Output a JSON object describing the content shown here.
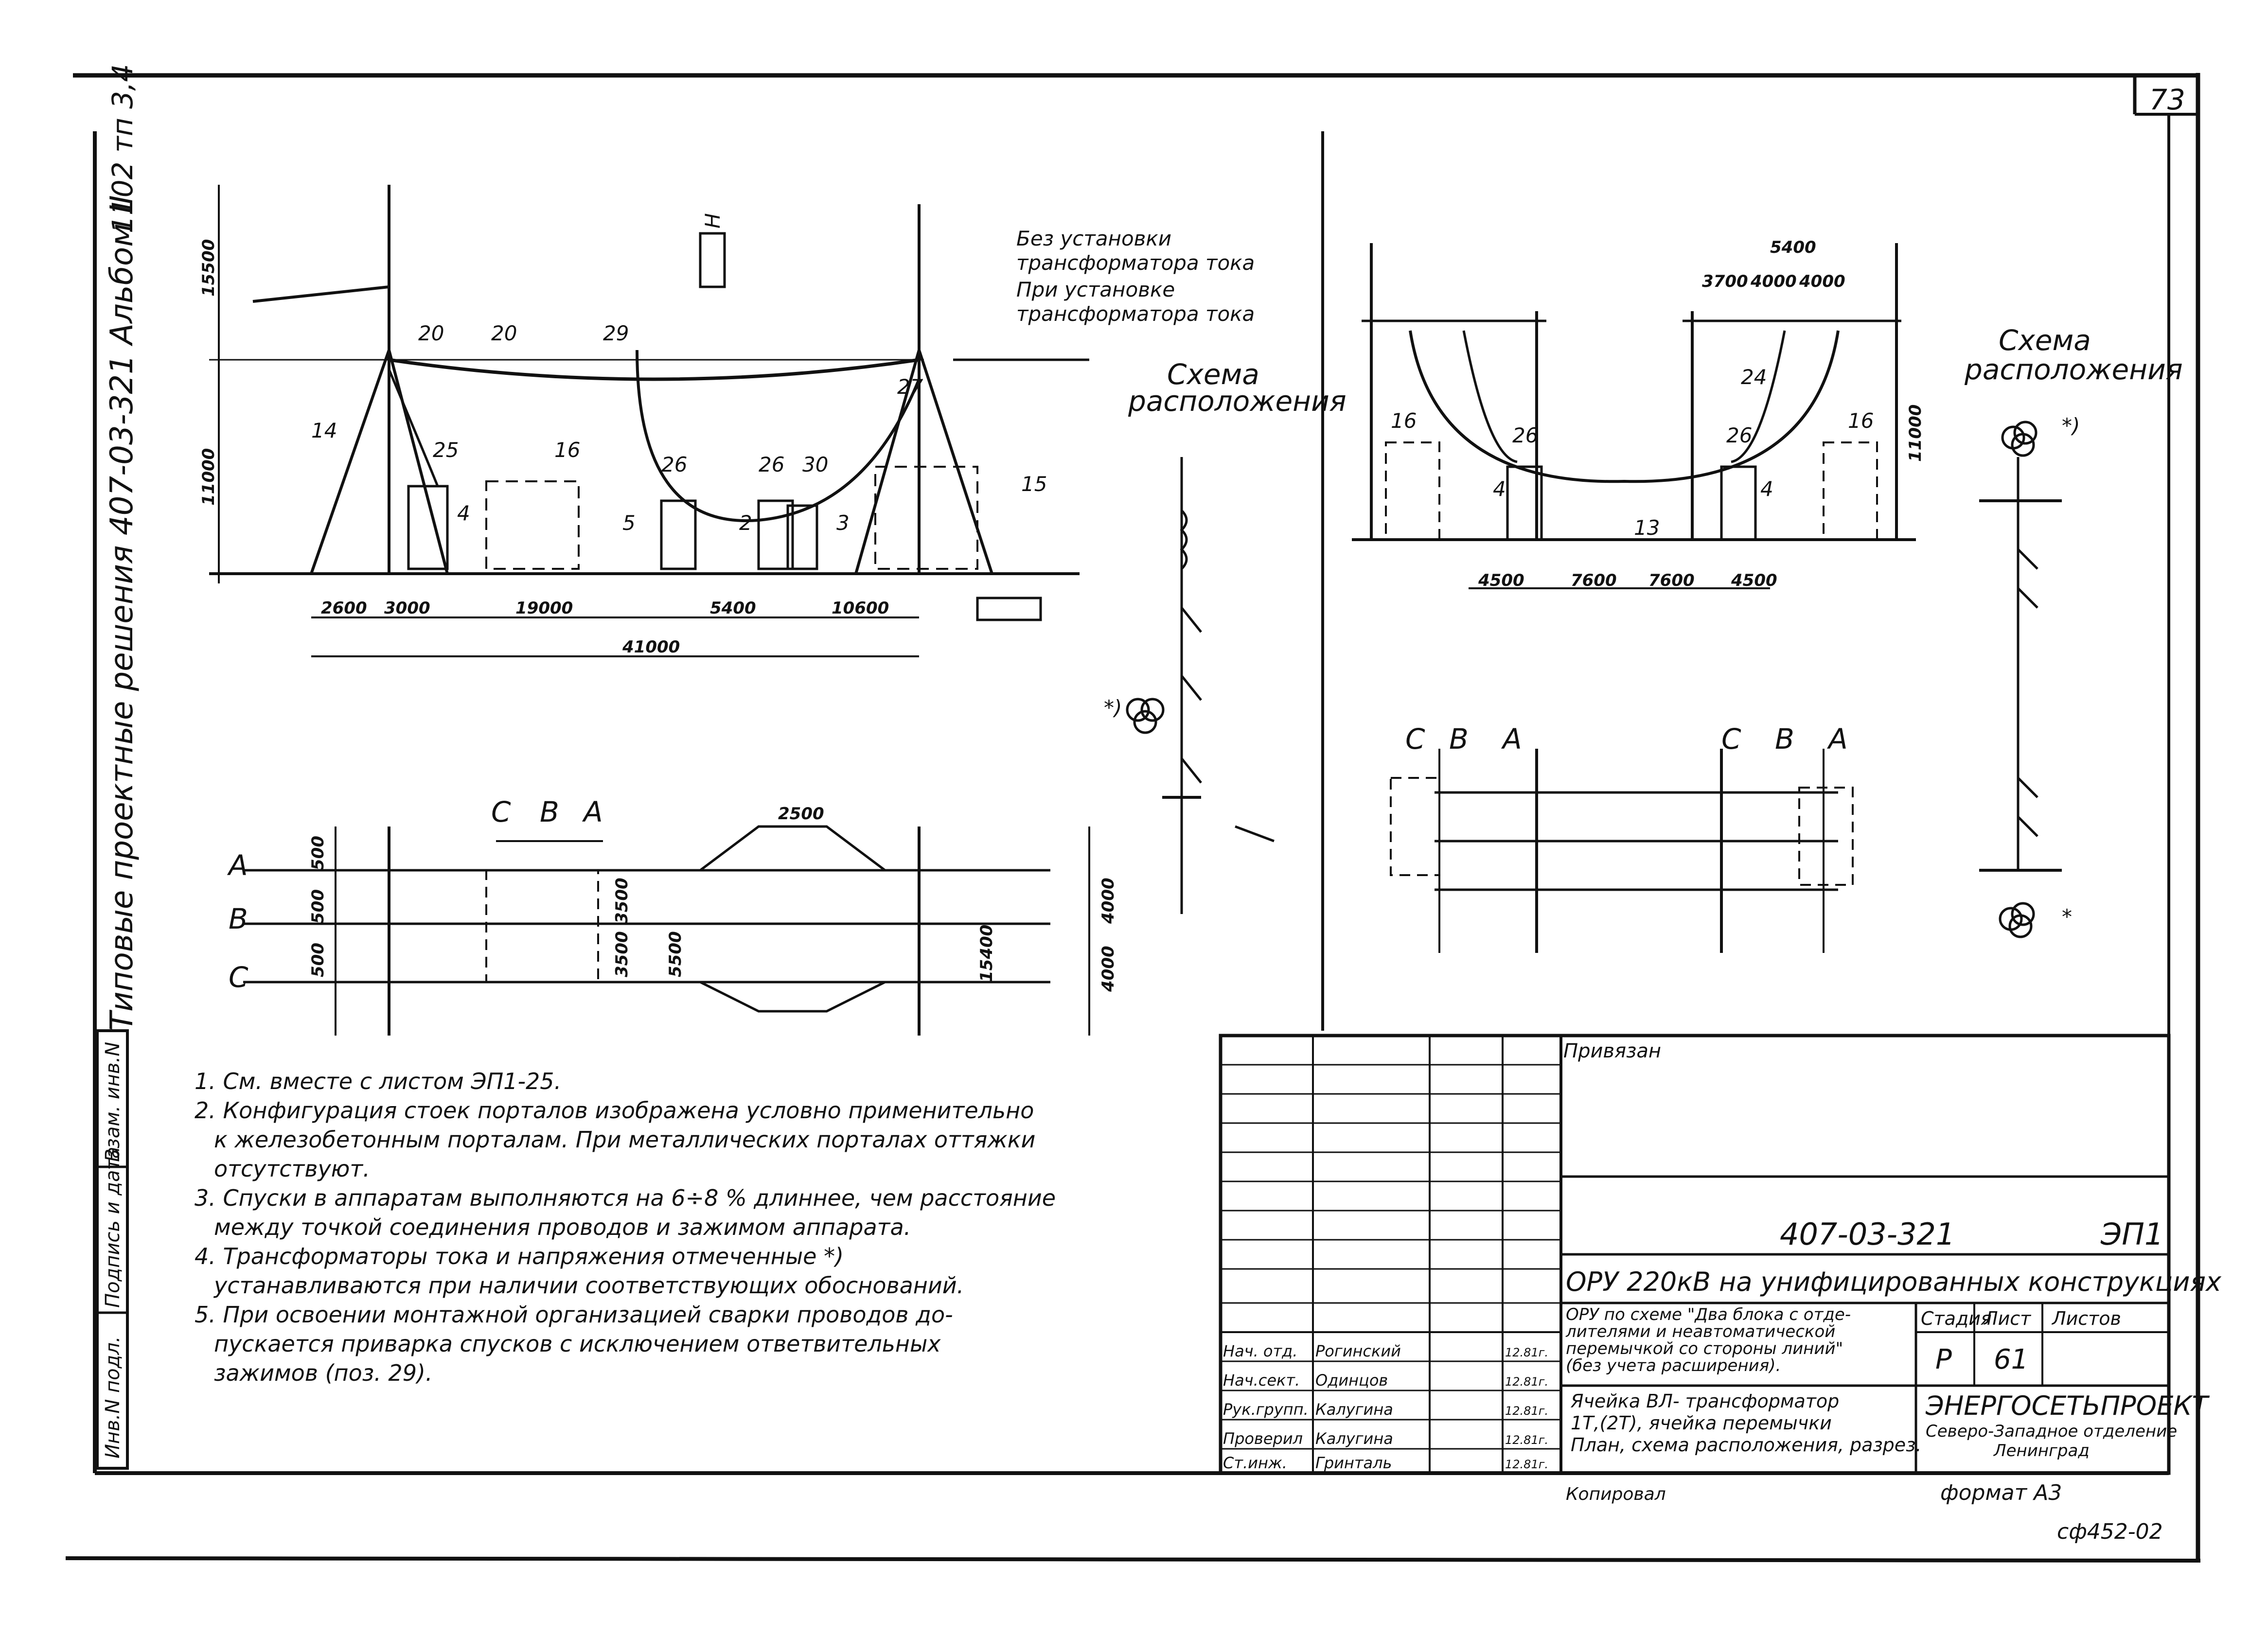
{
  "sheet": {
    "page_number": "73",
    "vertical_title": "Типовые проектные решения 407-03-321 Альбом II",
    "vertical_code": "1102 тп 3,4",
    "scan_code": "сф452-02",
    "format_label": "формат А3"
  },
  "left_frame": {
    "cells": [
      "Инв.N подл.",
      "Подпись и дата",
      "Взам. инв.N"
    ]
  },
  "section_left": {
    "callouts": [
      "14",
      "20",
      "20",
      "29",
      "27",
      "16",
      "15",
      "25",
      "26",
      "26",
      "30",
      "4",
      "5",
      "2",
      "3"
    ],
    "dims_vertical": [
      "15500",
      "11000"
    ],
    "dims_horizontal": [
      "2600",
      "3000",
      "19000",
      "5400",
      "10600"
    ],
    "dim_total": "41000",
    "mark_h": "H",
    "annot_top_1": "Без установки",
    "annot_top_2": "трансформатора тока",
    "annot_bot_1": "При установке",
    "annot_bot_2": "трансформатора тока"
  },
  "scheme_left": {
    "title_1": "Схема",
    "title_2": "расположения",
    "mark": "*)"
  },
  "plan_left": {
    "phases": [
      "А",
      "В",
      "С"
    ],
    "phase_top": [
      "С",
      "В",
      "А"
    ],
    "dims": [
      "500",
      "500",
      "500",
      "3500",
      "3500",
      "5500",
      "2500",
      "4000",
      "4000",
      "15400"
    ]
  },
  "section_right": {
    "dim_top": "5400",
    "dims_sub": [
      "3700",
      "4000",
      "4000"
    ],
    "dim_side": "11000",
    "callouts": [
      "16",
      "26",
      "24",
      "26",
      "16",
      "4",
      "13",
      "4"
    ],
    "dims_horizontal": [
      "4500",
      "7600",
      "7600",
      "4500"
    ]
  },
  "scheme_right": {
    "title_1": "Схема",
    "title_2": "расположения",
    "mark_top": "*)",
    "mark_bottom": "*"
  },
  "plan_right": {
    "phases_left": [
      "С",
      "В",
      "А"
    ],
    "phases_right": [
      "С",
      "В",
      "А"
    ]
  },
  "notes": [
    "1. См. вместе с листом ЭП1-25.",
    "2. Конфигурация стоек порталов изображена условно применительно",
    "к железобетонным порталам. При металлических порталах оттяжки",
    "отсутствуют.",
    "3. Спуски в аппаратам выполняются на 6÷8 % длиннее, чем расстояние",
    "между точкой соединения проводов и зажимом аппарата.",
    "4. Трансформаторы тока и напряжения отмеченные *)",
    "устанавливаются при наличии соответствующих обоснований.",
    "5. При освоении монтажной организацией сварки проводов до-",
    "пускается приварка спусков с исключением ответвительных",
    "зажимов (поз. 29)."
  ],
  "stamp": {
    "privyazan": "Привязан",
    "doc_code": "407-03-321",
    "sheet_code": "ЭП1",
    "project_title": "ОРУ 220кВ на унифицированных конструкциях",
    "scheme_desc": [
      "ОРУ по схеме \"Два блока с отде-",
      "лителями и неавтоматической",
      "перемычкой со стороны линий\"",
      "(без учета расширения)."
    ],
    "stage_head": "Стадия",
    "sheet_head": "Лист",
    "sheets_head": "Листов",
    "stage": "Р",
    "sheet": "61",
    "drawing_desc": [
      "Ячейка ВЛ- трансформатор",
      "1Т,(2Т), ячейка перемычки",
      "План, схема расположения, разрез."
    ],
    "org_1": "ЭНЕРГОСЕТЬПРОЕКТ",
    "org_2": "Северо-Западное отделение",
    "org_3": "Ленинград",
    "copied": "Копировал",
    "signatures": [
      {
        "role": "Нач. отд.",
        "name": "Рогинский",
        "date": "12.81г."
      },
      {
        "role": "Нач.сект.",
        "name": "Одинцов",
        "date": "12.81г."
      },
      {
        "role": "Рук.групп.",
        "name": "Калугина",
        "date": "12.81г."
      },
      {
        "role": "Проверил",
        "name": "Калугина",
        "date": "12.81г."
      },
      {
        "role": "Ст.инж.",
        "name": "Гринталь",
        "date": "12.81г."
      }
    ]
  }
}
